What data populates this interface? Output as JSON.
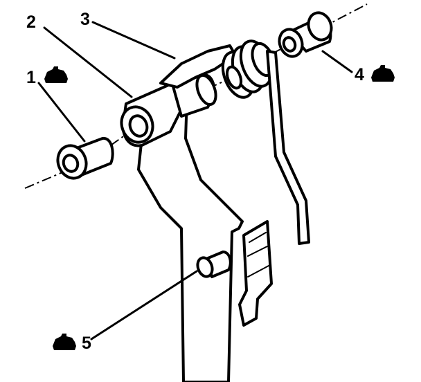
{
  "callouts": [
    {
      "id": "1",
      "label": "1",
      "has_grease_icon": true
    },
    {
      "id": "2",
      "label": "2",
      "has_grease_icon": false
    },
    {
      "id": "3",
      "label": "3",
      "has_grease_icon": false
    },
    {
      "id": "4",
      "label": "4",
      "has_grease_icon": true
    },
    {
      "id": "5",
      "label": "5",
      "has_grease_icon": true
    }
  ],
  "icons": {
    "lubricant": "grease-can-icon"
  },
  "colors": {
    "ink": "#000000",
    "paper": "#ffffff"
  }
}
